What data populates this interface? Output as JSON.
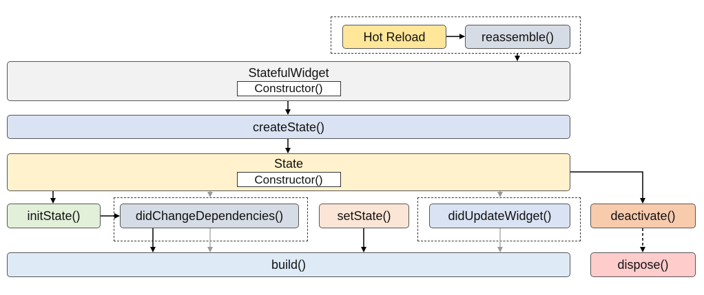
{
  "hot_reload": {
    "label": "Hot Reload",
    "reassemble": "reassemble()"
  },
  "stateful_widget": {
    "title": "StatefulWidget",
    "constructor": "Constructor()"
  },
  "create_state": {
    "label": "createState()"
  },
  "state": {
    "title": "State",
    "constructor": "Constructor()"
  },
  "lifecycle": {
    "init_state": "initState()",
    "did_change_dependencies": "didChangeDependencies()",
    "set_state": "setState()",
    "did_update_widget": "didUpdateWidget()",
    "build": "build()",
    "deactivate": "deactivate()",
    "dispose": "dispose()"
  },
  "colors": {
    "hot_reload_fill": "#ffe699",
    "gray_fill": "#d6dce5",
    "stateful_fill": "#f2f2f2",
    "create_state_fill": "#dae3f3",
    "state_fill": "#fff2cc",
    "init_fill": "#e2f0d9",
    "set_state_fill": "#fbe5d6",
    "build_fill": "#deebf7",
    "deactivate_fill": "#f8cbad",
    "dispose_fill": "#ffcccc"
  }
}
